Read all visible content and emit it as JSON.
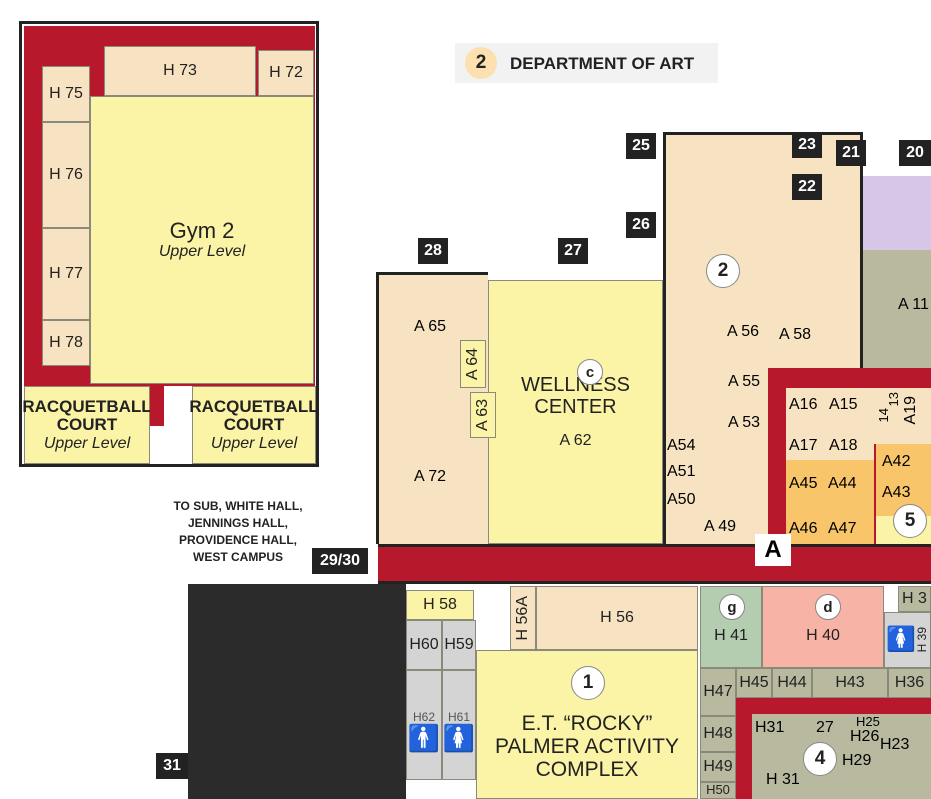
{
  "legend": {
    "number": "2",
    "label": "DEPARTMENT OF ART"
  },
  "inset": {
    "rooms": {
      "h75": "H 75",
      "h73": "H 73",
      "h72": "H 72",
      "h76": "H 76",
      "h77": "H 77",
      "h78": "H 78"
    },
    "gym": {
      "name": "Gym 2",
      "level": "Upper Level"
    },
    "racquet_left": {
      "line1": "RACQUETBALL",
      "line2": "COURT",
      "level": "Upper Level"
    },
    "racquet_right": {
      "line1": "RACQUETBALL",
      "line2": "COURT",
      "level": "Upper Level"
    }
  },
  "doors": {
    "d25": "25",
    "d26": "26",
    "d23": "23",
    "d22": "22",
    "d21": "21",
    "d20": "20",
    "d28": "28",
    "d27": "27",
    "d2930": "29/30",
    "d31": "31"
  },
  "markers": {
    "m2": "2",
    "mc": "c",
    "m5": "5",
    "m1": "1",
    "mg": "g",
    "md": "d",
    "m4": "4",
    "mA": "A"
  },
  "rooms": {
    "a65": "A 65",
    "a64": "A 64",
    "a63": "A 63",
    "a72": "A 72",
    "wellness1": "WELLNESS",
    "wellness2": "CENTER",
    "a62": "A 62",
    "a56": "A 56",
    "a58": "A 58",
    "a55": "A 55",
    "a53": "A 53",
    "a54": "A54",
    "a51": "A51",
    "a50": "A50",
    "a49": "A 49",
    "a11": "A 11",
    "a16": "A16",
    "a15": "A15",
    "a14": "14",
    "a13": "13",
    "a19": "A19",
    "a17": "A17",
    "a18": "A18",
    "a42": "A42",
    "a45": "A45",
    "a44": "A44",
    "a43": "A43",
    "a46": "A46",
    "a47": "A47",
    "h58": "H 58",
    "h56a": "H 56A",
    "h56": "H 56",
    "h41": "H 41",
    "h40": "H 40",
    "h39": "H 39",
    "h3x": "H 3",
    "h60": "H60",
    "h59": "H59",
    "h62": "H62",
    "h61": "H61",
    "h47": "H47",
    "h45": "H45",
    "h44": "H44",
    "h43": "H43",
    "h36": "H36",
    "h48": "H48",
    "h49": "H49",
    "h50": "H50",
    "h31a": "H31",
    "r27": "27",
    "h25": "H25",
    "h26": "H26",
    "h23": "H23",
    "h29": "H29",
    "h31": "H 31",
    "rocky1": "E.T. “ROCKY”",
    "rocky2": "PALMER ACTIVITY",
    "rocky3": "COMPLEX"
  },
  "directions": {
    "line1": "TO SUB, WHITE HALL,",
    "line2": "JENNINGS HALL,",
    "line3": "PROVIDENCE HALL,",
    "line4": "WEST CAMPUS"
  },
  "colors": {
    "corridor": "#b7182b",
    "dept_art": "#f7e3c2",
    "wellness": "#fbf3a6",
    "dept5": "#f9c56a"
  }
}
